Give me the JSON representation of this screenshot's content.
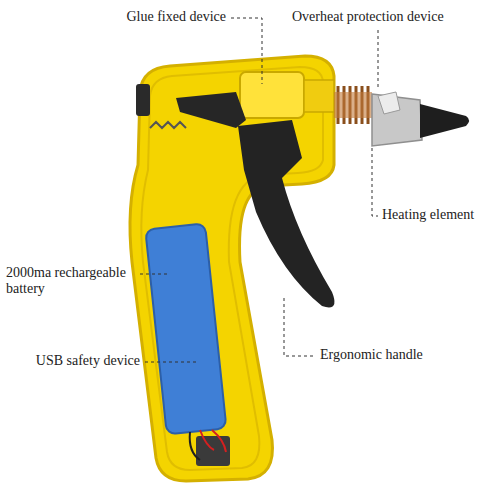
{
  "diagram": {
    "labels": [
      "Glue fixed device",
      "Overheat protection device",
      "Heating element",
      "2000ma rechargeable battery",
      "USB safety device",
      "Ergonomic handle"
    ]
  }
}
